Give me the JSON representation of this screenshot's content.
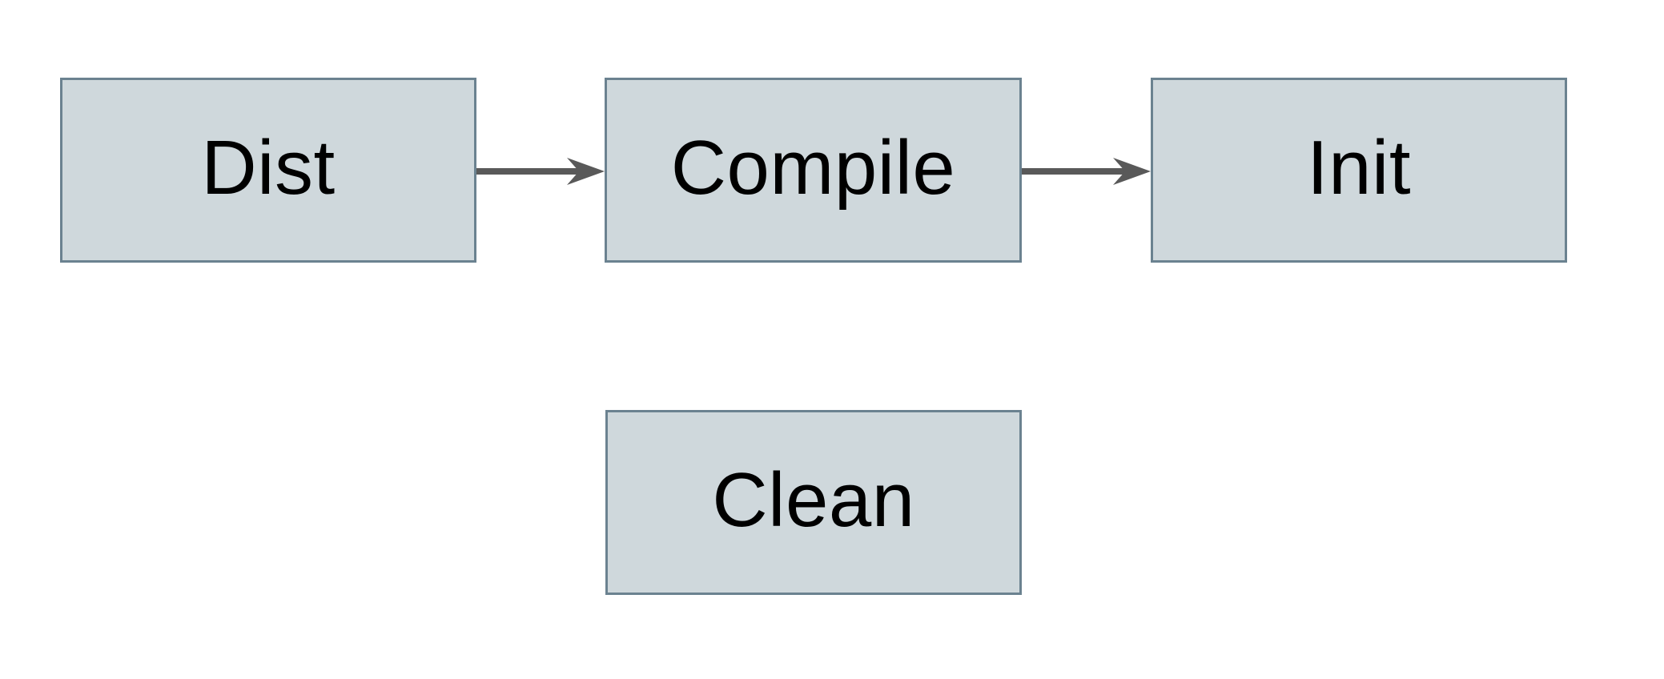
{
  "diagram": {
    "colors": {
      "background": "#ffffff",
      "node_fill": "#cfd8dc",
      "node_border": "#6b8290",
      "arrow": "#595959",
      "text": "#000000"
    },
    "nodes": [
      {
        "id": "dist",
        "label": "Dist"
      },
      {
        "id": "compile",
        "label": "Compile"
      },
      {
        "id": "init",
        "label": "Init"
      },
      {
        "id": "clean",
        "label": "Clean"
      }
    ],
    "edges": [
      {
        "from": "Dist",
        "to": "Compile"
      },
      {
        "from": "Compile",
        "to": "Init"
      }
    ]
  }
}
